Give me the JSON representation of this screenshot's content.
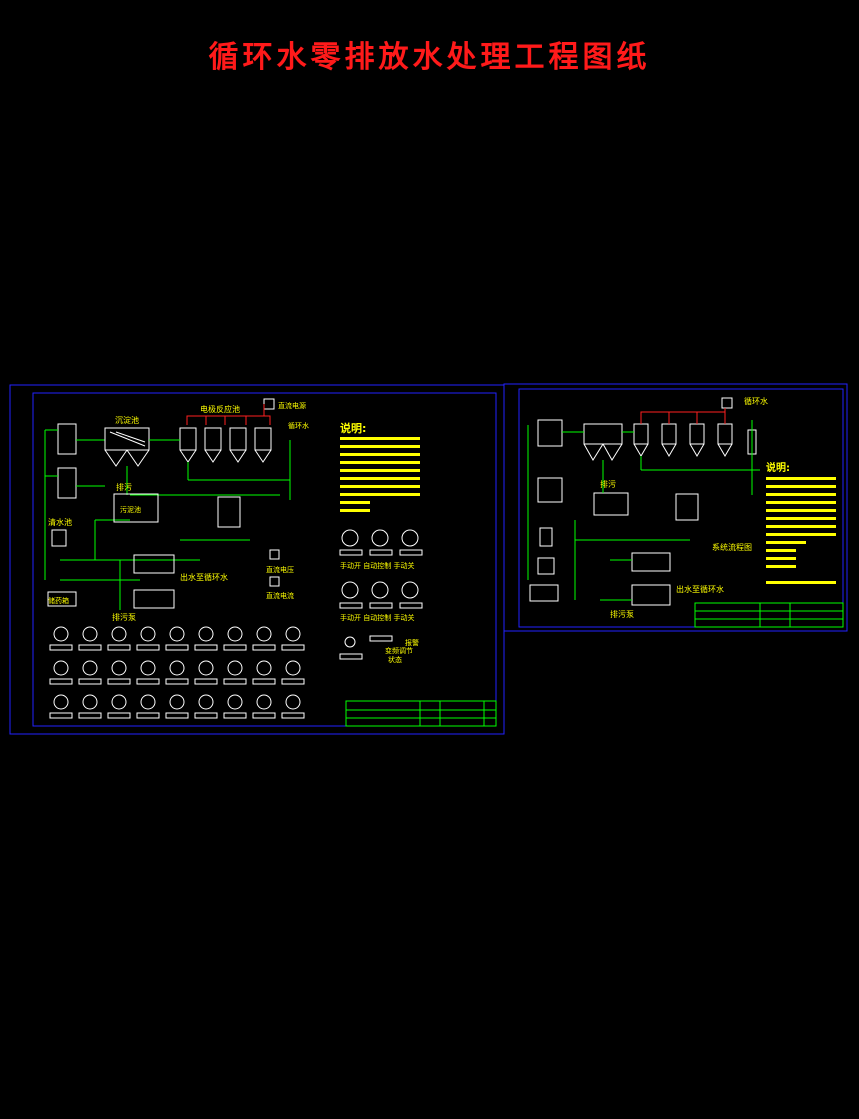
{
  "page": {
    "title": "循环水零排放水处理工程图纸"
  },
  "colors": {
    "background": "#000000",
    "title": "#ff1a1a",
    "frame": "#2222ff",
    "pipe": "#00ff00",
    "text": "#ffff00",
    "equipment": "#ffffff",
    "power": "#ff2020"
  },
  "sheet1": {
    "sedimentation_tank": "沉淀池",
    "reactor": "电极反应池",
    "dc_power": "直流电源",
    "circulating_water": "循环水",
    "sewage": "排污",
    "sludge_tank": "污泥池",
    "clear_tank": "清水池",
    "dosing_tank": "储药箱",
    "legend_title": "说明:",
    "output_to_circ": "出水至循环水",
    "manual_auto": "手动开 自动控制 手动关",
    "manual_auto_2": "手动开 自动控制 手动关",
    "drain": "排污泵",
    "power_supply": "直流电源",
    "voltage": "直流电压",
    "current": "直流电流",
    "legend_items": [
      "报警",
      "变频调节",
      "状态"
    ]
  },
  "sheet2": {
    "circulating_water": "循环水",
    "legend_title": "说明:",
    "flow_diagram": "系统流程图",
    "sewage": "排污",
    "output_to_circ": "出水至循环水",
    "drain": "排污泵"
  }
}
